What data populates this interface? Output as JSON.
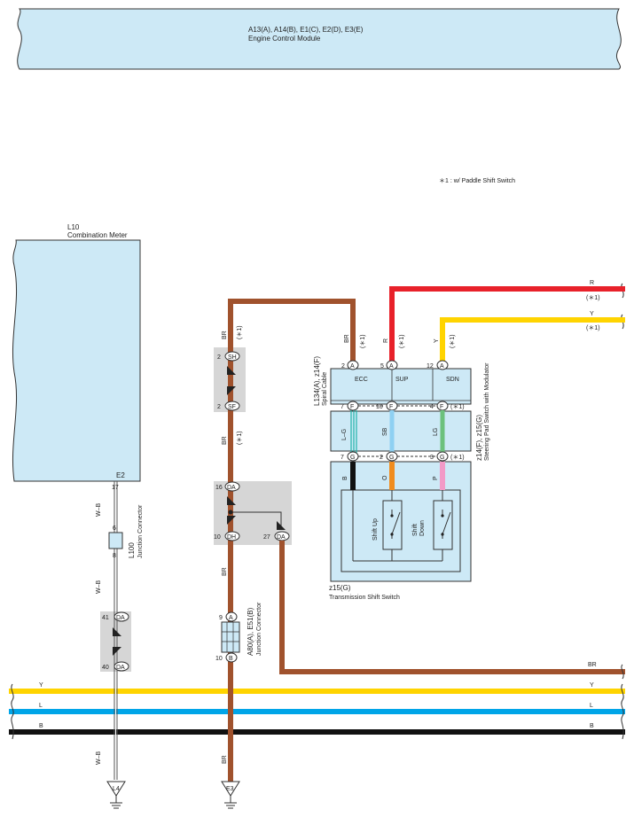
{
  "ecm": {
    "codes": "A13(A), A14(B), E1(C), E2(D), E3(E)",
    "name": "Engine Control Module"
  },
  "note": "＊1 : w/ Paddle Shift Switch",
  "combination_meter": {
    "code": "L10",
    "name": "Combination Meter",
    "terminal": "E2"
  },
  "junction_l100": {
    "code": "L100",
    "name": "Junction Connector",
    "pin_top": "17",
    "pin_in": "6",
    "pin_out": "8",
    "wire": "W–B"
  },
  "connector_da_left": {
    "pin_a": "41",
    "label_a": "DA",
    "pin_b": "40",
    "label_b": "DA"
  },
  "connector_sh_sf": {
    "pin_a": "2",
    "label_a": "SH",
    "pin_b": "2",
    "label_b": "SF"
  },
  "connector_da_dh": {
    "pin_top": "16",
    "label_top": "DA",
    "pin_left": "10",
    "label_left": "DH",
    "pin_right": "27",
    "label_right": "DA"
  },
  "junction_a80": {
    "code": "A80(A), E51(B)",
    "name": "Junction Connector",
    "pin_top": "9",
    "label_top": "A",
    "pin_bottom": "10",
    "label_bottom": "B"
  },
  "spiral_cable": {
    "code": "L134(A), z14(F)",
    "name": "Spiral Cable",
    "terminals": [
      {
        "pin": "2",
        "label": "A",
        "name": "ECC"
      },
      {
        "pin": "5",
        "label": "A",
        "name": "SUP"
      },
      {
        "pin": "12",
        "label": "A",
        "name": "SDN"
      }
    ],
    "lower_pins": [
      {
        "pin": "7",
        "label": "F"
      },
      {
        "pin": "10",
        "label": "F"
      },
      {
        "pin": "4",
        "label": "F"
      }
    ]
  },
  "steering_pad": {
    "code": "z14(F), z15(G)",
    "name": "Steering Pad Switch with Modulator",
    "wires": [
      "L–G",
      "SB",
      "LG"
    ],
    "lower_pins": [
      {
        "pin": "7",
        "label": "G"
      },
      {
        "pin": "2",
        "label": "G"
      },
      {
        "pin": "3",
        "label": "G"
      }
    ]
  },
  "shift_switch": {
    "code": "z15(G)",
    "name": "Transmission Shift Switch",
    "wires": [
      "B",
      "O",
      "P"
    ],
    "switch_up": "Shift Up",
    "switch_down": "Shift Down"
  },
  "wires": {
    "br": "BR",
    "r": "R",
    "y": "Y",
    "l": "L",
    "b": "B",
    "wb": "W–B",
    "mark": "(＊1)"
  },
  "grounds": {
    "left": "L4",
    "right": "E3"
  },
  "colors": {
    "component_fill": "#cde9f6",
    "connector_fill": "#d6d6d6",
    "br": "#a0522d",
    "r": "#e8212a",
    "y": "#ffd400",
    "l": "#00a5e8",
    "b": "#111111",
    "lg_teal": "#20b2aa",
    "sb": "#8ed0f2",
    "lg": "#6cc17c",
    "o": "#f08c1e",
    "p": "#f29ac7"
  }
}
